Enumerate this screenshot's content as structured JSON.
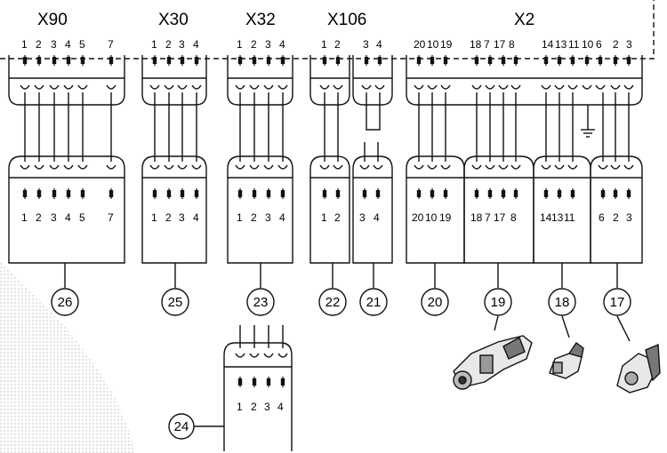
{
  "connectors": [
    {
      "key": "x90",
      "title": "X90",
      "pins": [
        "1",
        "2",
        "3",
        "4",
        "5",
        "7"
      ],
      "mate_pins": [
        "1",
        "2",
        "3",
        "4",
        "5",
        "7"
      ],
      "mate_callout": "26"
    },
    {
      "key": "x30",
      "title": "X30",
      "pins": [
        "1",
        "2",
        "3",
        "4"
      ],
      "mate_pins": [
        "1",
        "2",
        "3",
        "4"
      ],
      "mate_callout": "25"
    },
    {
      "key": "x32",
      "title": "X32",
      "pins": [
        "1",
        "2",
        "3",
        "4"
      ],
      "mate_pins": [
        "1",
        "2",
        "3",
        "4"
      ],
      "mate_callout": "23"
    },
    {
      "key": "x106",
      "title": "X106",
      "pins": [
        "1",
        "2",
        "3",
        "4"
      ],
      "mate_pins": [
        "1",
        "2",
        "3",
        "4"
      ],
      "mate_callouts": [
        "22",
        "21"
      ]
    },
    {
      "key": "x2",
      "title": "X2",
      "pins": [
        "20",
        "10",
        "19",
        "18",
        "7",
        "17",
        "8",
        "14",
        "13",
        "11",
        "10",
        "6",
        "2",
        "3"
      ],
      "mate_groups": [
        {
          "pins": [
            "20",
            "10",
            "19"
          ],
          "callout": "20"
        },
        {
          "pins": [
            "18",
            "7",
            "17",
            "8"
          ],
          "callout": "19"
        },
        {
          "pins": [
            "14",
            "13",
            "11"
          ],
          "callout": "18"
        },
        {
          "pins": [
            "6",
            "2",
            "3"
          ],
          "callout": "17"
        }
      ]
    }
  ],
  "extra_connector": {
    "pins": [
      "1",
      "2",
      "3",
      "4"
    ],
    "callout": "24"
  }
}
